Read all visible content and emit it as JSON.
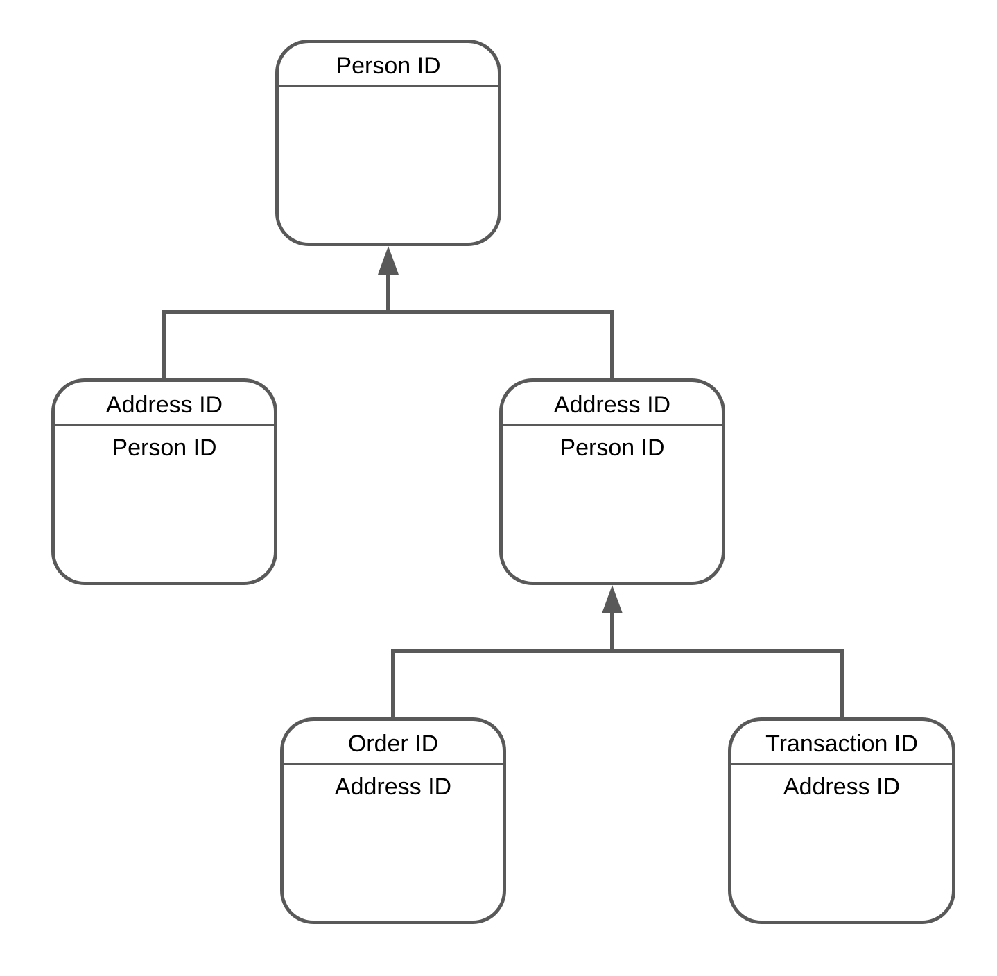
{
  "diagram": {
    "line_color": "#595959",
    "entities": {
      "person": {
        "header": "Person ID",
        "body": ""
      },
      "address_left": {
        "header": "Address ID",
        "body": "Person ID"
      },
      "address_right": {
        "header": "Address ID",
        "body": "Person ID"
      },
      "order": {
        "header": "Order ID",
        "body": "Address ID"
      },
      "transaction": {
        "header": "Transaction ID",
        "body": "Address ID"
      }
    },
    "relationships": [
      {
        "from": [
          "address_left",
          "address_right"
        ],
        "to": "person",
        "arrow": "triangle"
      },
      {
        "from": [
          "order",
          "transaction"
        ],
        "to": "address_right",
        "arrow": "triangle"
      }
    ]
  }
}
